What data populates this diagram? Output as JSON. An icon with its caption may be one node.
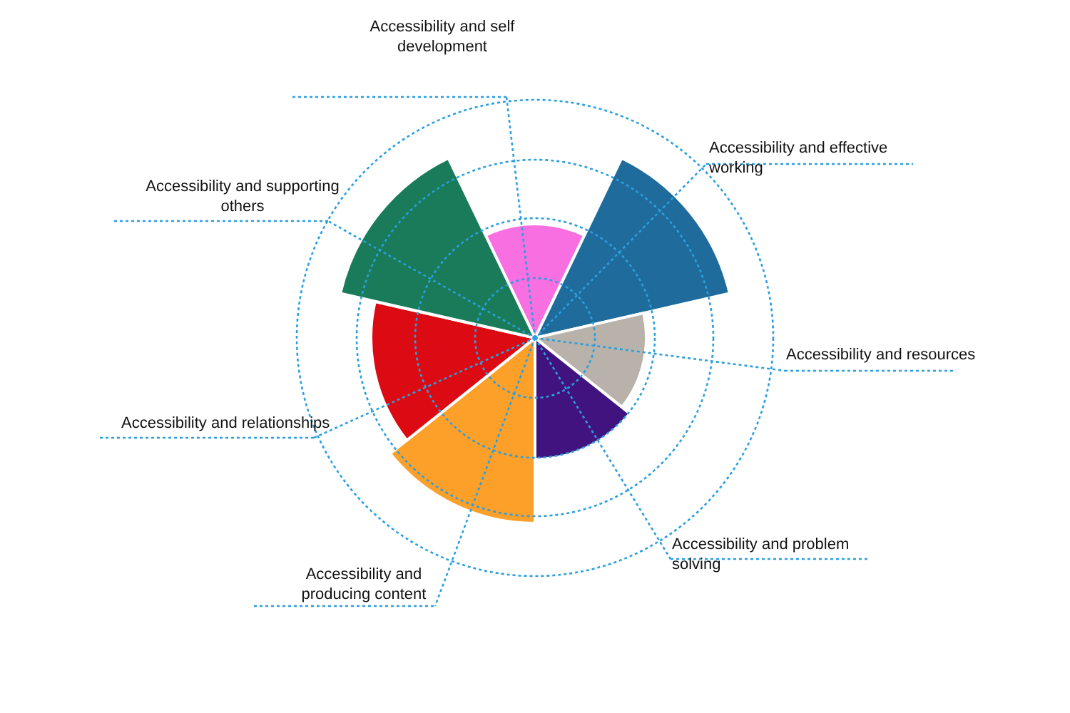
{
  "diagram": {
    "labels": [
      "Accessibility and self development",
      "Accessibility and effective working",
      "Accessibility and supporting others",
      "Accessibility and resources",
      "Accessibility and relationships",
      "Accessibility and problem solving",
      "Accessibility and producing content"
    ]
  }
}
